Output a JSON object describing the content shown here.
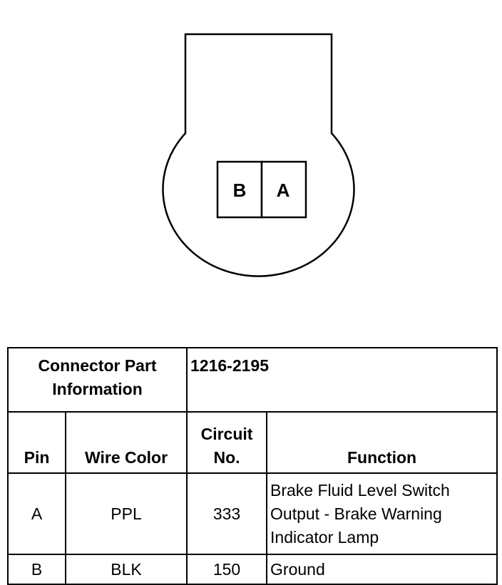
{
  "connector": {
    "pins": [
      "B",
      "A"
    ]
  },
  "table": {
    "part_info_label": "Connector Part Information",
    "part_number": "1216-2195",
    "headers": {
      "pin": "Pin",
      "wire_color": "Wire Color",
      "circuit": "Circuit No.",
      "function": "Function"
    },
    "rows": [
      {
        "pin": "A",
        "wire_color": "PPL",
        "circuit": "333",
        "function": "Brake Fluid Level Switch Output - Brake Warning Indicator Lamp"
      },
      {
        "pin": "B",
        "wire_color": "BLK",
        "circuit": "150",
        "function": "Ground"
      }
    ]
  }
}
